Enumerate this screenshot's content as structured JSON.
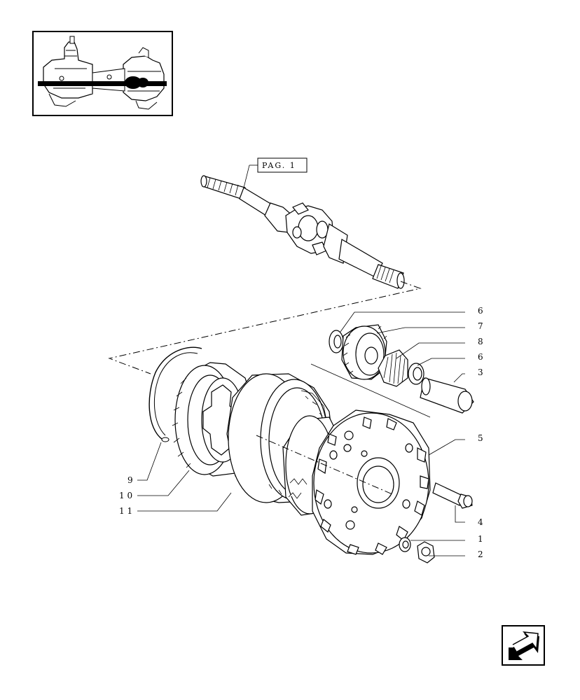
{
  "page_ref": {
    "label": "PAG. 1"
  },
  "part_labels": {
    "p6a": "6",
    "p7": "7",
    "p8": "8",
    "p6b": "6",
    "p3": "3",
    "p5": "5",
    "p4": "4",
    "p1": "1",
    "p2": "2",
    "p9": "9",
    "p10": "1 0",
    "p11": "1 1"
  },
  "icons": {
    "thumbnail": "axle-assembly-overview-icon",
    "navigation": "previous-page-arrow-icon"
  }
}
